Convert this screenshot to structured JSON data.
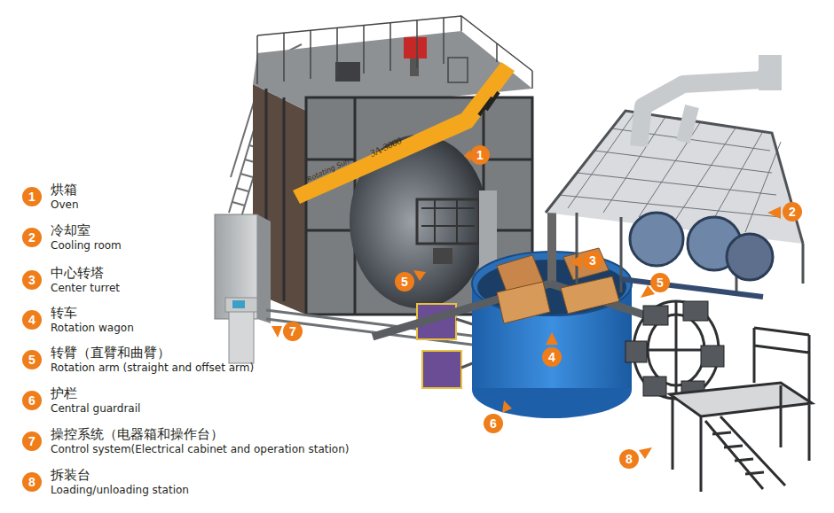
{
  "diagram": {
    "nodes": [
      {
        "text": [
          "1"
        ]
      },
      {
        "text": [
          "2"
        ]
      },
      {
        "text": [
          "3"
        ]
      },
      {
        "text": [
          "4"
        ]
      },
      {
        "text": [
          "5"
        ]
      },
      {
        "text": [
          "6"
        ]
      },
      {
        "text": [
          "7"
        ]
      },
      {
        "text": [
          "8"
        ]
      },
      {
        "text": [
          "1"
        ]
      },
      {
        "text": [
          "2"
        ]
      },
      {
        "text": [
          "3"
        ]
      },
      {
        "text": [
          "5"
        ]
      },
      {
        "text": [
          "5"
        ]
      },
      {
        "text": [
          "7"
        ]
      },
      {
        "text": [
          "4"
        ]
      },
      {
        "text": [
          "6"
        ]
      },
      {
        "text": [
          "8"
        ]
      }
    ],
    "labels": [
      "烘箱",
      "Oven",
      "冷却室",
      "Cooling room",
      "中心转塔",
      "Center turret",
      "转车",
      "Rotation wagon",
      "转臂（直臂和曲臂）",
      "Rotation arm (straight and offset arm)",
      "护栏",
      "Central guardrail",
      "操控系统（电器箱和操作台）",
      "Control system(Electrical cabinet and operation station)",
      "拆装台",
      "Loading/unloading station",
      "Rotating Sun",
      "3A-3000"
    ]
  }
}
